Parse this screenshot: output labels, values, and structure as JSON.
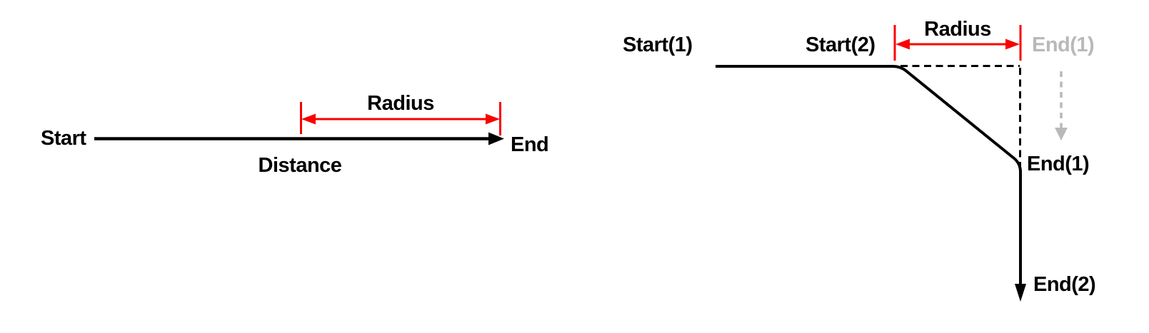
{
  "colors": {
    "ink": "#000000",
    "accent": "#fa0000",
    "ghost": "#b9b9b9",
    "background": "#ffffff"
  },
  "left_diagram": {
    "start_label": "Start",
    "end_label": "End",
    "distance_label": "Distance",
    "radius_label": "Radius"
  },
  "right_diagram": {
    "start1_label": "Start(1)",
    "start2_label": "Start(2)",
    "radius_label": "Radius",
    "end1_ghost_label": "End(1)",
    "end1_label": "End(1)",
    "end2_label": "End(2)"
  }
}
